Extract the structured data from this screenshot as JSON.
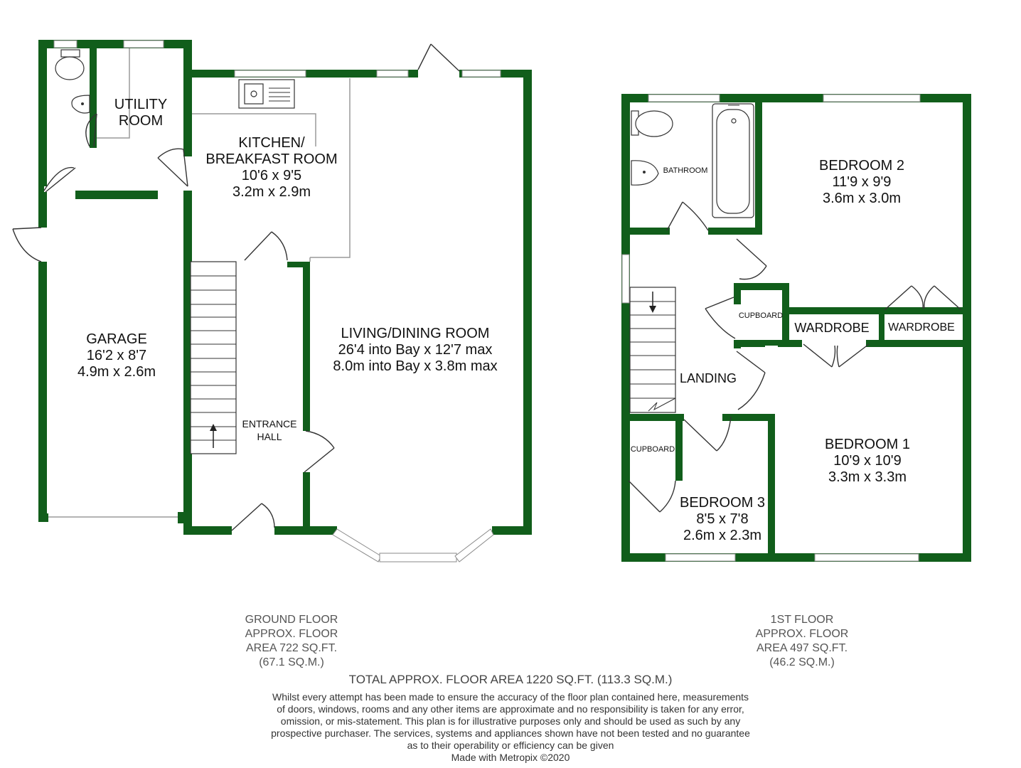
{
  "colors": {
    "wall": "#115e1b",
    "text": "#111111",
    "footer_text": "#555555"
  },
  "ground_floor": {
    "rooms": {
      "utility": {
        "name_1": "UTILITY",
        "name_2": "ROOM"
      },
      "kitchen": {
        "name_1": "KITCHEN/",
        "name_2": "BREAKFAST ROOM",
        "imperial": "10'6 x 9'5",
        "metric": "3.2m x 2.9m"
      },
      "garage": {
        "name": "GARAGE",
        "imperial": "16'2 x 8'7",
        "metric": "4.9m x 2.6m"
      },
      "living": {
        "name": "LIVING/DINING ROOM",
        "imperial": "26'4 into Bay x 12'7 max",
        "metric": "8.0m into Bay x 3.8m max"
      },
      "hall": {
        "name_1": "ENTRANCE",
        "name_2": "HALL"
      }
    },
    "summary": {
      "line1": "GROUND FLOOR",
      "line2": "APPROX. FLOOR",
      "line3": "AREA 722 SQ.FT.",
      "line4": "(67.1 SQ.M.)"
    }
  },
  "first_floor": {
    "rooms": {
      "bathroom": {
        "name": "BATHROOM"
      },
      "bedroom2": {
        "name": "BEDROOM 2",
        "imperial": "11'9 x 9'9",
        "metric": "3.6m x 3.0m"
      },
      "cupboard_landing": {
        "name": "CUPBOARD"
      },
      "wardrobe_1": {
        "name": "WARDROBE"
      },
      "wardrobe_2": {
        "name": "WARDROBE"
      },
      "landing": {
        "name": "LANDING"
      },
      "bedroom1": {
        "name": "BEDROOM 1",
        "imperial": "10'9 x 10'9",
        "metric": "3.3m x 3.3m"
      },
      "cupboard_bed3": {
        "name": "CUPBOARD"
      },
      "bedroom3": {
        "name": "BEDROOM 3",
        "imperial": "8'5 x 7'8",
        "metric": "2.6m x 2.3m"
      }
    },
    "summary": {
      "line1": "1ST FLOOR",
      "line2": "APPROX. FLOOR",
      "line3": "AREA 497 SQ.FT.",
      "line4": "(46.2 SQ.M.)"
    }
  },
  "total": "TOTAL APPROX. FLOOR AREA 1220 SQ.FT. (113.3 SQ.M.)",
  "disclaimer": {
    "line1": "Whilst every attempt has been made to ensure the accuracy of the floor plan contained here, measurements",
    "line2": "of doors, windows, rooms and any other items are approximate and no responsibility is taken for any error,",
    "line3": "omission, or mis-statement. This plan is for illustrative purposes only and should be used as such by any",
    "line4": "prospective purchaser. The services, systems and appliances shown have not been tested and no guarantee",
    "line5": "as to their operability or efficiency can be given",
    "line6": "Made with Metropix ©2020"
  },
  "icons": [
    "toilet-icon",
    "basin-icon",
    "sink-icon",
    "bath-icon",
    "stairs-icon",
    "door-swing-icon",
    "window-icon"
  ]
}
